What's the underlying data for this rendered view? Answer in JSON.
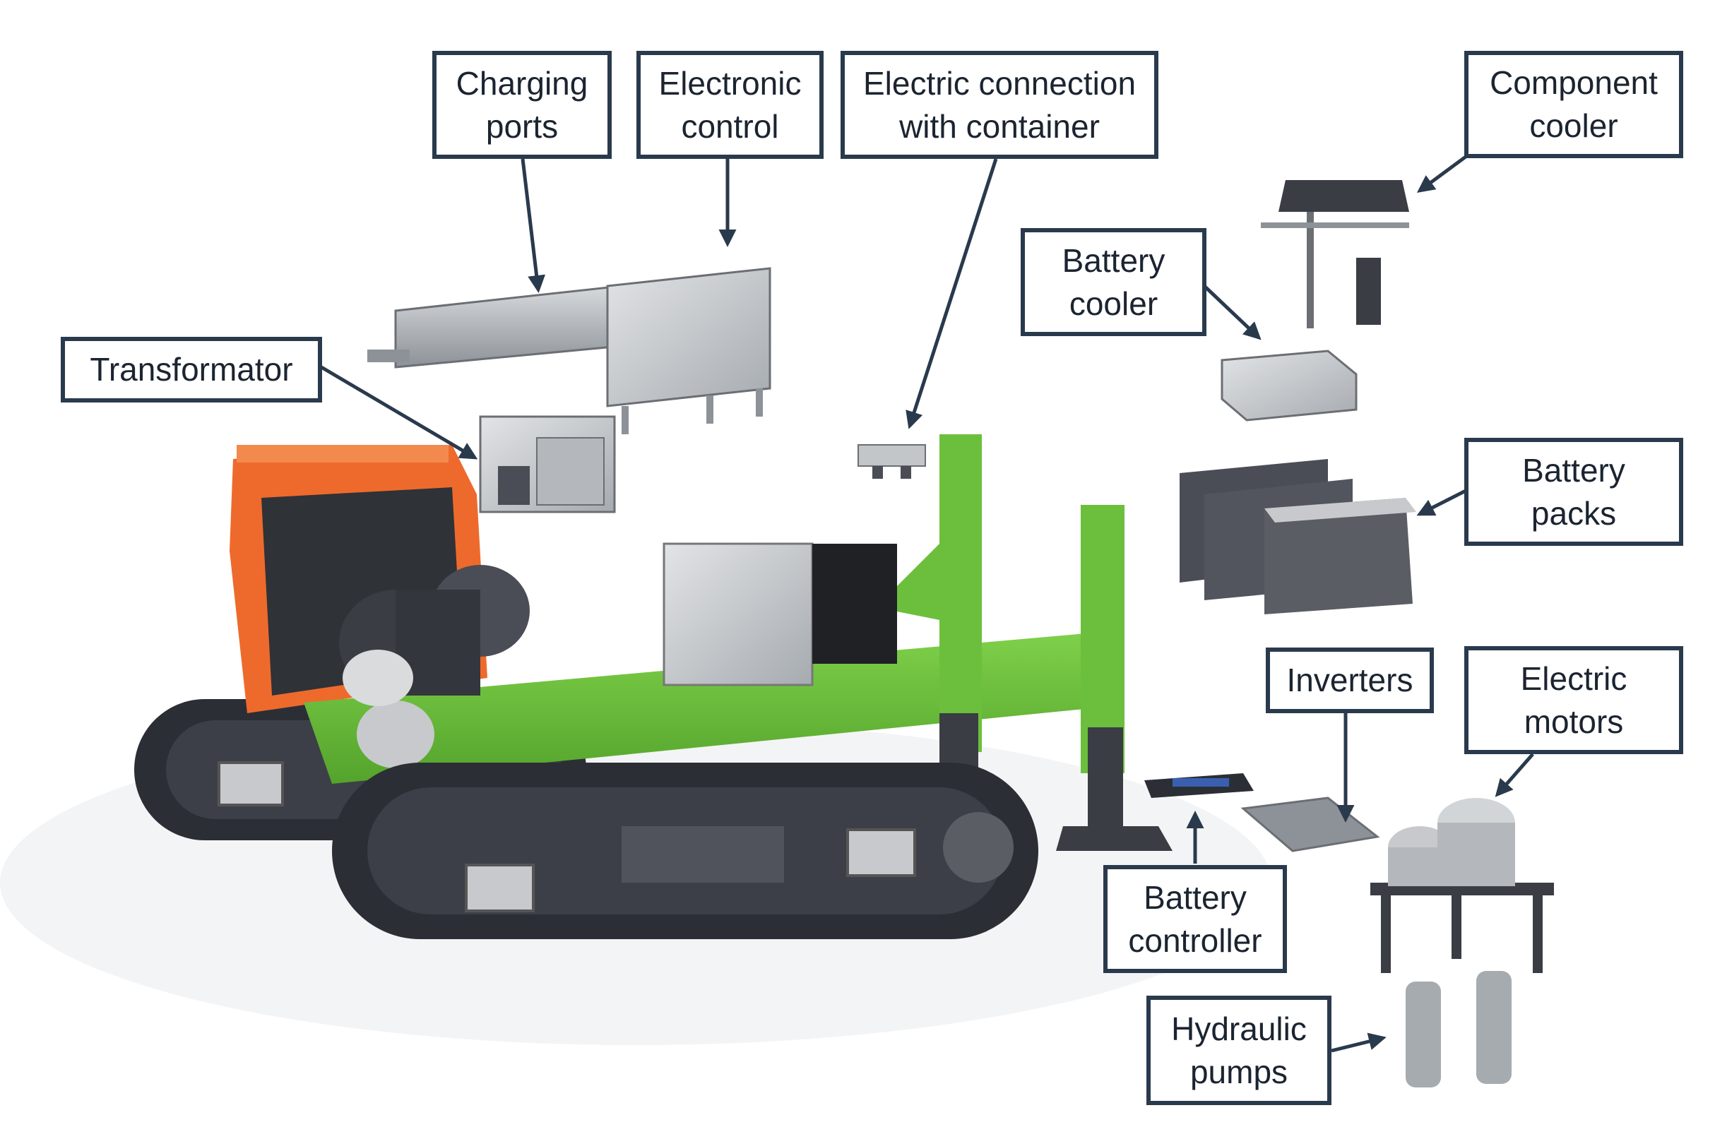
{
  "labels": {
    "charging_ports": "Charging\nports",
    "electronic_control": "Electronic\ncontrol",
    "electric_connection": "Electric connection\nwith container",
    "component_cooler": "Component\ncooler",
    "battery_cooler": "Battery\ncooler",
    "transformator": "Transformator",
    "battery_packs": "Battery\npacks",
    "inverters": "Inverters",
    "electric_motors": "Electric\nmotors",
    "battery_controller": "Battery\ncontroller",
    "hydraulic_pumps": "Hydraulic\npumps"
  },
  "colors": {
    "frame_green": "#6cbf3c",
    "cab_orange": "#ee6a2c",
    "track_dark": "#2c2e36",
    "component_gray": "#9ea3a8",
    "label_border": "#2a3a4d",
    "arrow": "#2a3a4d"
  }
}
